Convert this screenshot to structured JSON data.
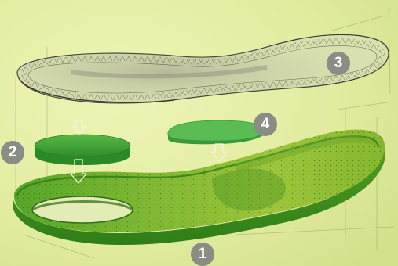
{
  "colors": {
    "background": "#e1ec9f",
    "insole_base": "#8dbd2a",
    "insole_dark": "#3f8f1f",
    "heel_pad": "#3e9e2e",
    "forefoot_pad": "#4fb04a",
    "badge": "#8a8d84",
    "sketch_line": "#3a3a30"
  },
  "labels": {
    "base": "1",
    "heel_pad": "2",
    "top_cover": "3",
    "forefoot_pad": "4"
  }
}
